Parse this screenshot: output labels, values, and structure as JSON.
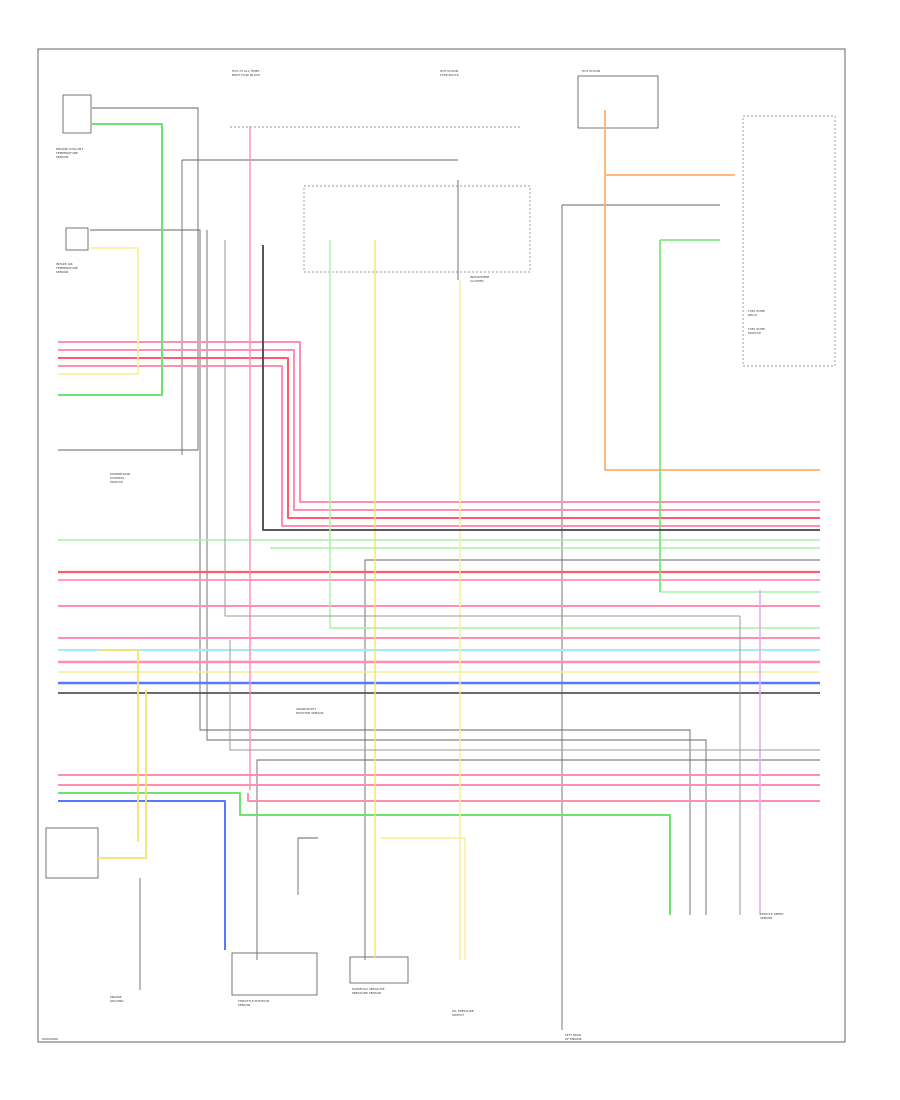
{
  "diagram": {
    "corner_code": "W0000000",
    "top_sources": [
      {
        "id": "src1",
        "lines": [
          "HOT AT ALL TIMES",
          "BODY FUSE BLOCK"
        ]
      },
      {
        "id": "src2",
        "lines": [
          "HOT IN RUN",
          "FUSE BLOCK"
        ]
      },
      {
        "id": "src3",
        "lines": [
          "HOT IN RUN"
        ]
      }
    ],
    "components": [
      {
        "id": "ect",
        "lines": [
          "ENGINE COOLANT",
          "TEMPERATURE",
          "SENSOR"
        ]
      },
      {
        "id": "iat",
        "lines": [
          "INTAKE AIR",
          "TEMPERATURE",
          "SENSOR"
        ]
      },
      {
        "id": "ic",
        "lines": [
          "INSTRUMENT",
          "CLUSTER"
        ]
      },
      {
        "id": "pcm",
        "lines": [
          "POWERTRAIN",
          "CONTROL",
          "MODULE"
        ]
      },
      {
        "id": "fpr",
        "lines": [
          "FUEL PUMP",
          "RELAY"
        ]
      },
      {
        "id": "fpm",
        "lines": [
          "FUEL PUMP",
          "MODULE"
        ]
      },
      {
        "id": "tps",
        "lines": [
          "THROTTLE POSITION",
          "SENSOR"
        ]
      },
      {
        "id": "map",
        "lines": [
          "MANIFOLD ABSOLUTE",
          "PRESSURE SENSOR"
        ]
      },
      {
        "id": "ops",
        "lines": [
          "OIL PRESSURE",
          "SWITCH"
        ]
      },
      {
        "id": "vss",
        "lines": [
          "VEHICLE SPEED",
          "SENSOR"
        ]
      },
      {
        "id": "ckp",
        "lines": [
          "CRANKSHAFT",
          "POSITION SENSOR"
        ]
      },
      {
        "id": "ground1",
        "lines": [
          "ENGINE",
          "GROUND"
        ]
      },
      {
        "id": "ground2",
        "lines": [
          "LEFT REAR",
          "OF ENGINE"
        ]
      }
    ],
    "wire_colors": {
      "pink": "#ff8fb0",
      "red": "#ff5a6e",
      "green": "#6fe36f",
      "ltgreen": "#a8f0a8",
      "orange": "#ffb070",
      "yellow": "#f5e36a",
      "ltyellow": "#f8ee9a",
      "blue": "#5a78ff",
      "ltblue": "#a0c4ff",
      "cyan": "#9ff0f0",
      "violet": "#e8a8f5",
      "gray": "#9a9a9a",
      "black": "#555555",
      "darkgray": "#444444"
    }
  }
}
